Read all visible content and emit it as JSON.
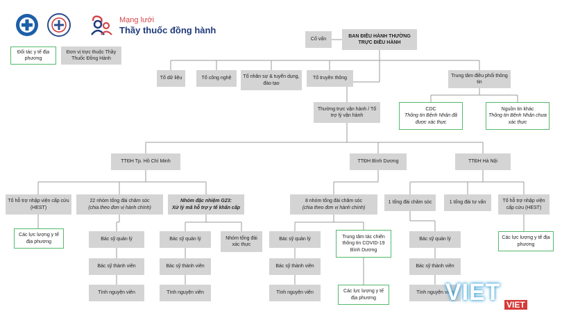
{
  "brand": {
    "subtitle": "Mạng lưới",
    "title": "Thầy thuốc đồng hành"
  },
  "legend": {
    "partner": "Đối tác y tế địa phương",
    "unit": "Đơn vị trực thuộc Thầy Thuốc Đồng Hành"
  },
  "nodes": {
    "advisor": "Cố vấn",
    "board": "BAN ĐIỀU HÀNH THƯỜNG TRỰC ĐIỀU HÀNH",
    "data_team": "Tổ dữ liệu",
    "tech_team": "Tổ công nghệ",
    "hr_team": "Tổ nhân sự & tuyển dụng, đào tạo",
    "comm_team": "Tổ truyền thông",
    "info_center": "Trung tâm điều phối thông tin",
    "cdc_title": "CDC",
    "cdc_desc": "Thông tin Bệnh Nhân đã được xác thực",
    "other_title": "Nguồn tin khác",
    "other_desc": "Thông tin Bệnh Nhân chưa xác thực",
    "ops": "Thường trực vận hành / Tổ trợ lý vận hành",
    "hcm": "TTĐH Tp. Hồ Chí Minh",
    "bd": "TTĐH Bình Dương",
    "hn": "TTĐH Hà Nội",
    "hcm_hest": "Tổ hỗ trợ nhập viện cấp cứu (HEST)",
    "hcm_22_title": "22 nhóm tổng đài chăm sóc",
    "hcm_22_desc": "(chia theo đơn vị hành chính)",
    "g23_title": "Nhóm đặc nhiệm G23:",
    "g23_desc": "Xử lý mã hỗ trợ y tế khẩn cấp",
    "hcm_local": "Các lực lượng y tế địa phương",
    "hcm_22_manager": "Bác sỹ quản lý",
    "hcm_22_member": "Bác sỹ thành viên",
    "hcm_22_volunteer": "Tình nguyện viên",
    "g23_manager": "Bác sỹ quản lý",
    "g23_member": "Bác sỹ thành viên",
    "g23_volunteer": "Tình nguyện viên",
    "g23_verify": "Nhóm tổng đài xác thực",
    "bd_8_title": "8 nhóm tổng đài chăm sóc",
    "bd_8_desc": "(chia theo đơn vị hành chính)",
    "bd_manager": "Bác sỹ quản lý",
    "bd_member": "Bác sỹ thành viên",
    "bd_volunteer": "Tình nguyện viên",
    "bd_covid": "Trung tâm tác chiến thông tin COVID-19 Bình Dương",
    "bd_local": "Các lực lượng y tế địa phương",
    "hn_care": "1 tổng đài chăm sóc",
    "hn_consult": "1 tổng đài tư vấn",
    "hn_hest": "Tổ hỗ trợ nhập viện cấp cứu (HEST)",
    "hn_local": "Các lực lượng y tế địa phương",
    "hn_manager": "Bác sỹ quản lý",
    "hn_member": "Bác sỹ thành viên",
    "hn_volunteer": "Tình nguyện viên"
  },
  "watermark": {
    "main": "VIET",
    "small": "VIET"
  },
  "colors": {
    "node_fill": "#d4d4d4",
    "partner_border": "#52b96a",
    "wire": "#9a9a9a"
  }
}
